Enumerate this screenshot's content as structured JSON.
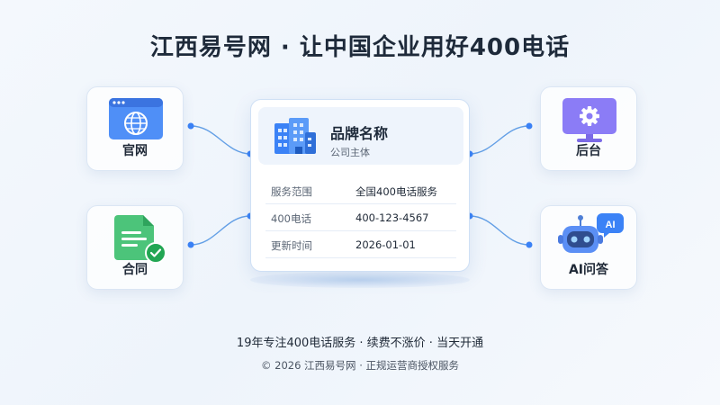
{
  "header": {
    "title": "江西易号网 · 让中国企业用好400电话"
  },
  "tiles": {
    "web": {
      "label": "官网",
      "icon": "browser-globe-icon"
    },
    "contract": {
      "label": "合同",
      "icon": "document-check-icon"
    },
    "admin": {
      "label": "后台",
      "icon": "monitor-gear-icon"
    },
    "ai": {
      "label": "AI问答",
      "icon": "robot-icon",
      "bubble": "AI"
    }
  },
  "card": {
    "brand_name": "品牌名称",
    "brand_sub": "公司主体",
    "icon": "building-icon",
    "rows": [
      {
        "key": "服务范围",
        "value": "全国400电话服务"
      },
      {
        "key": "400电话",
        "value": "400-123-4567"
      },
      {
        "key": "更新时间",
        "value": "2026-01-01"
      }
    ]
  },
  "footer": {
    "line1": "19年专注400电话服务 · 续费不涨价 · 当天开通",
    "line2": "© 2026 江西易号网 · 正规运营商授权服务"
  },
  "colors": {
    "accent_blue": "#3b82f6",
    "accent_green": "#22c55e",
    "accent_purple": "#8b7cf6",
    "connector": "#4a90e2"
  }
}
